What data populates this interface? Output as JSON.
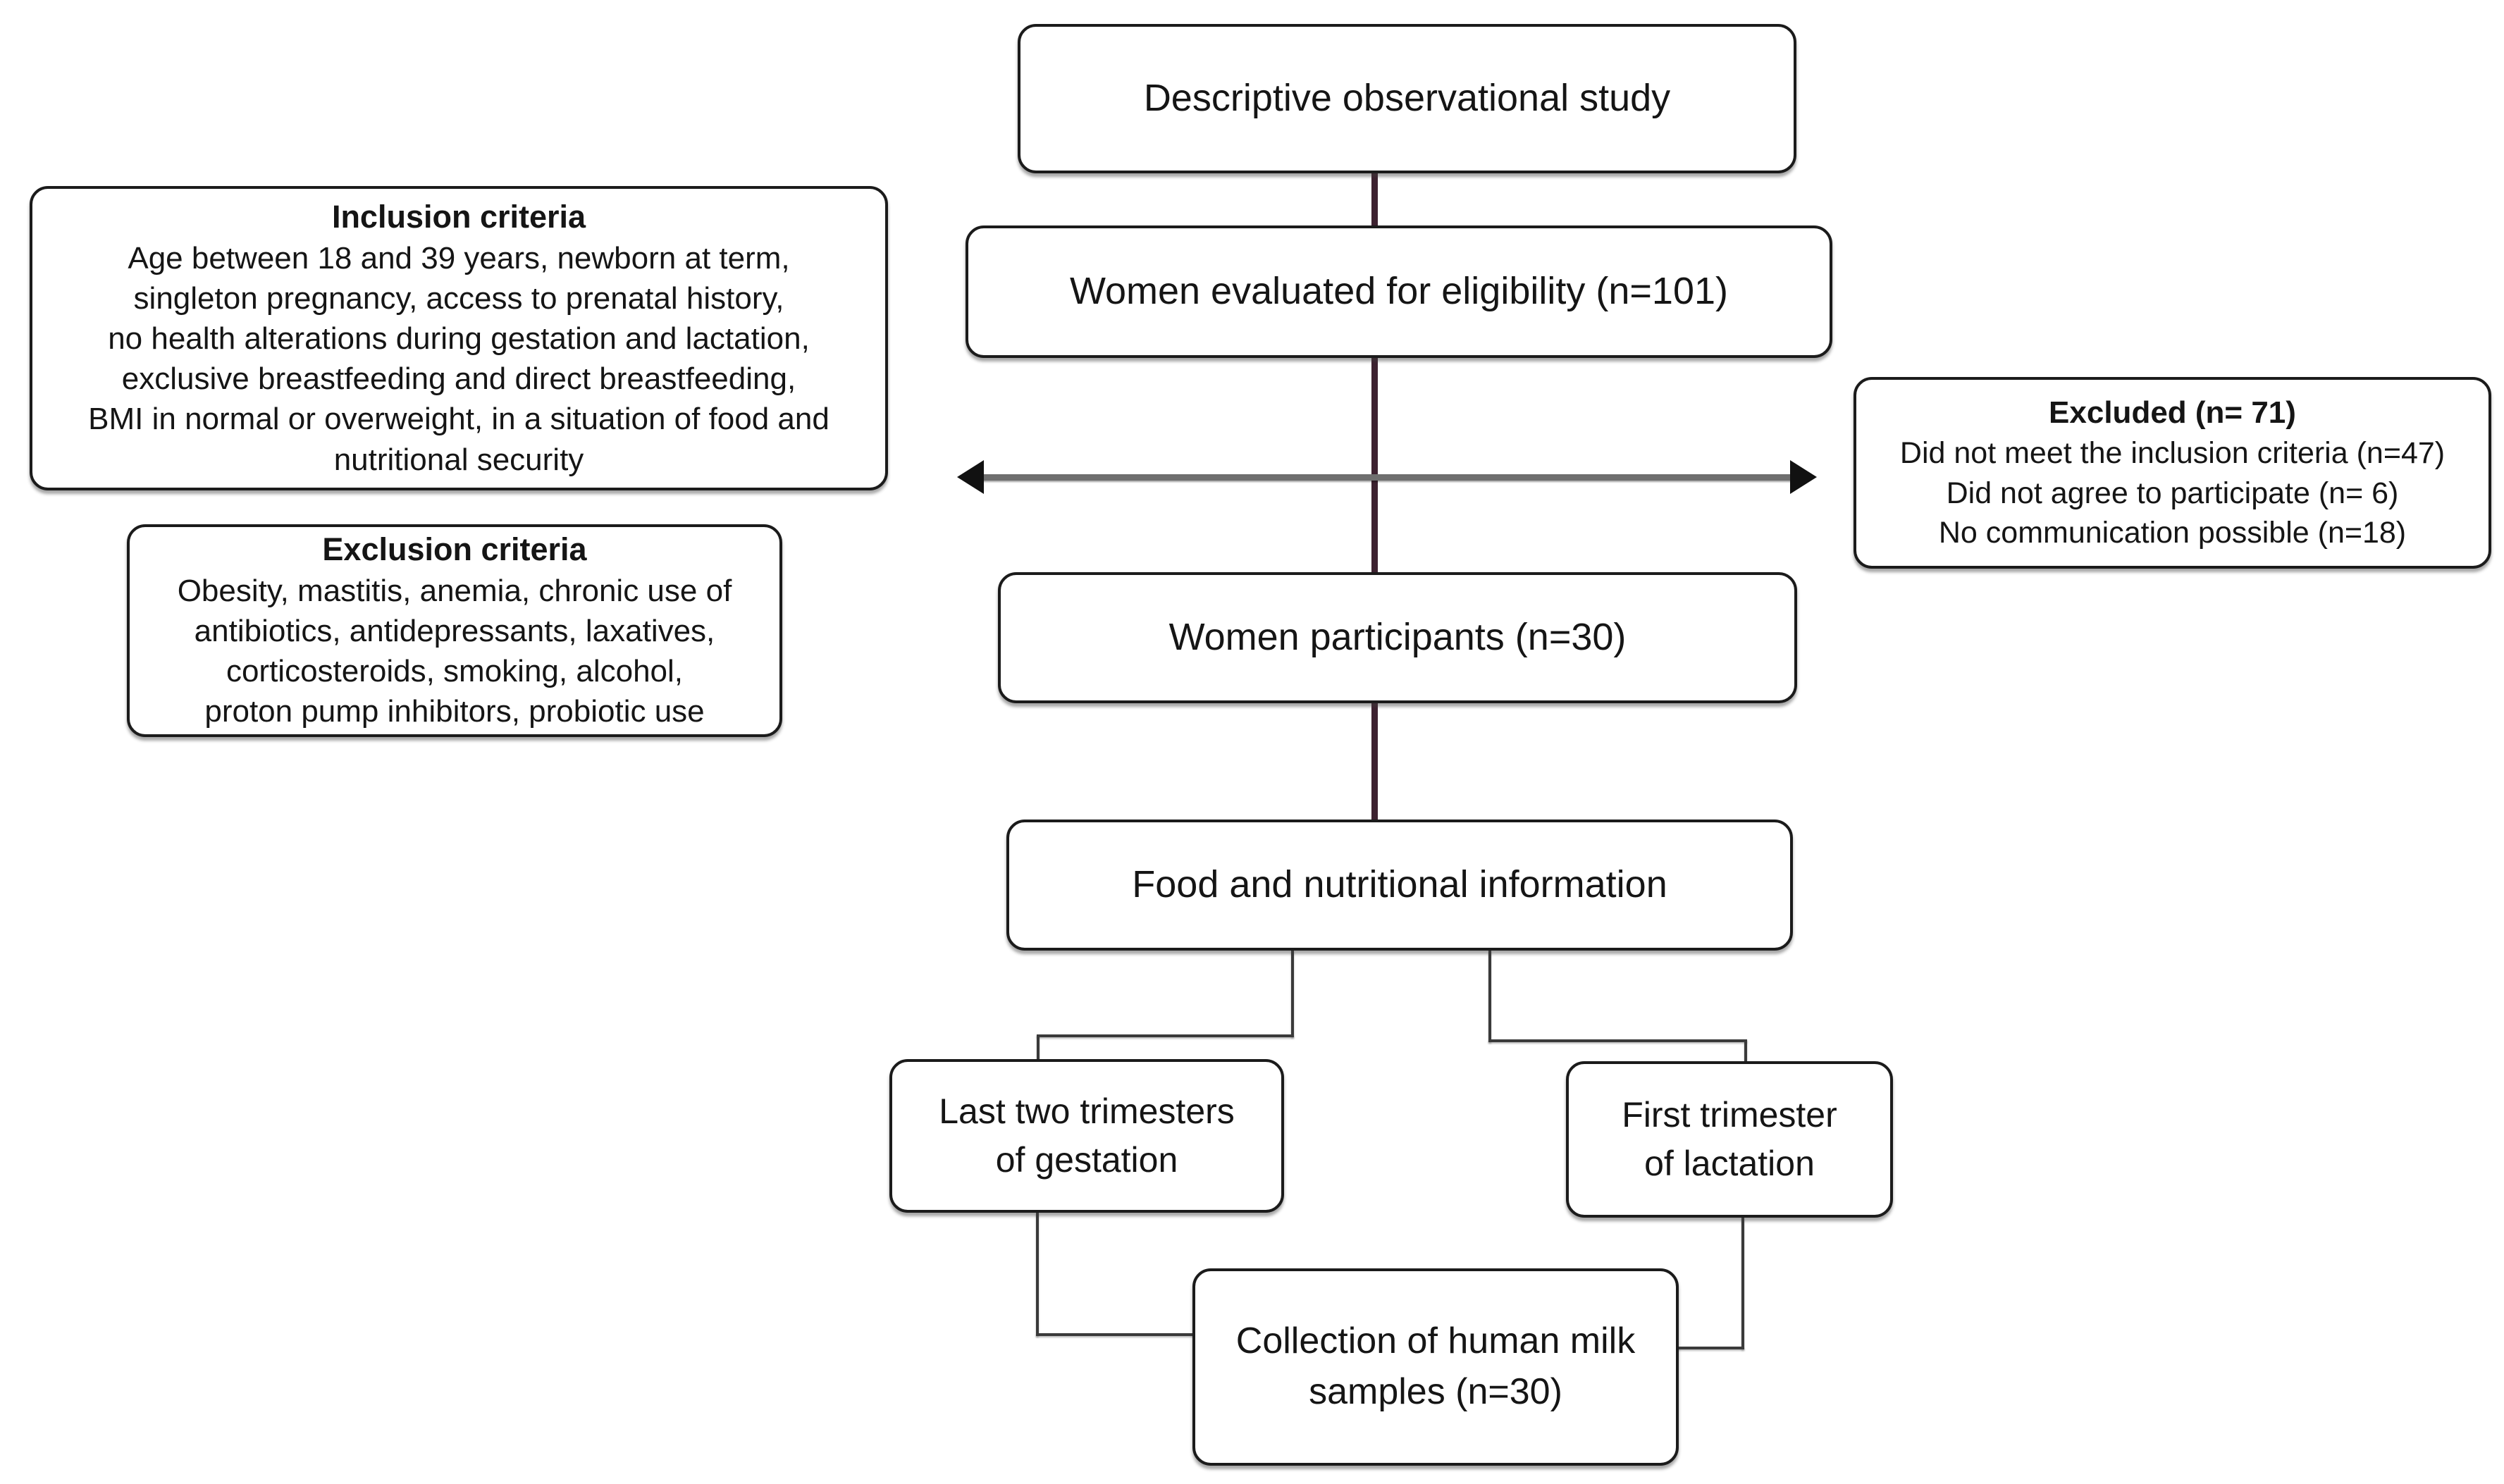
{
  "diagram": {
    "top_box": {
      "label": "Descriptive observational study"
    },
    "eligibility_box": {
      "label": "Women evaluated for eligibility (n=101)"
    },
    "inclusion_box": {
      "title": "Inclusion criteria",
      "body": "Age between 18 and 39 years, newborn at term,\nsingleton pregnancy, access to prenatal history,\nno health alterations during gestation and lactation,\nexclusive breastfeeding and direct breastfeeding,\nBMI in normal or overweight, in a situation of food and\nnutritional security"
    },
    "exclusion_box": {
      "title": "Exclusion criteria",
      "body": "Obesity, mastitis, anemia, chronic use of\nantibiotics, antidepressants, laxatives,\ncorticosteroids, smoking, alcohol,\nproton pump inhibitors, probiotic use"
    },
    "excluded_box": {
      "title": "Excluded (n= 71)",
      "body": "Did not meet the inclusion criteria (n=47)\nDid not agree to participate (n= 6)\nNo communication possible (n=18)"
    },
    "participants_box": {
      "label": "Women participants (n=30)"
    },
    "food_box": {
      "label": "Food and nutritional information"
    },
    "gestation_box": {
      "label": "Last two trimesters\nof gestation"
    },
    "lactation_box": {
      "label": "First trimester\nof lactation"
    },
    "collection_box": {
      "label": "Collection of human milk\nsamples (n=30)"
    },
    "colors": {
      "box_border": "#1b1b1b",
      "box_fill": "#ffffff",
      "main_connector": "#3d2230",
      "branch_connector": "#3a3a3a",
      "arrow_line": "#6f6f6f",
      "arrowhead": "#111111"
    }
  }
}
